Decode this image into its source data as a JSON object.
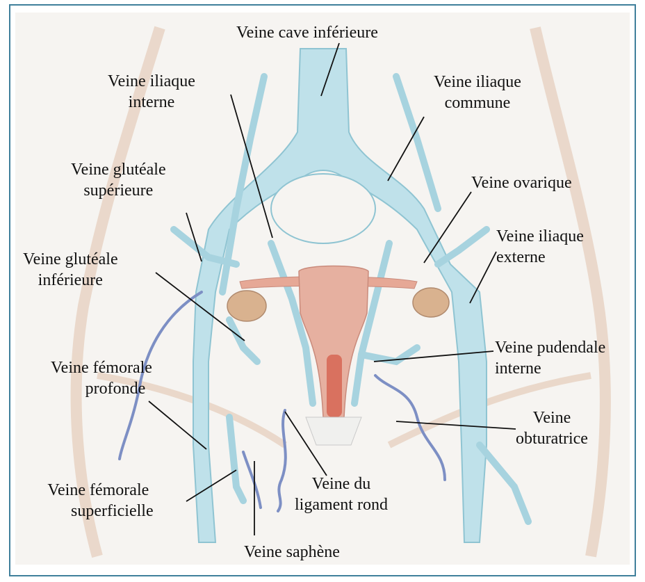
{
  "figure": {
    "labels": {
      "vena_cava_inferior": [
        "Veine cave inférieure"
      ],
      "iliac_internal": [
        "Veine iliaque",
        "interne"
      ],
      "iliac_common": [
        "Veine iliaque",
        "commune"
      ],
      "gluteal_superior": [
        "Veine glutéale",
        "supérieure"
      ],
      "ovarian": [
        "Veine ovarique"
      ],
      "iliac_external": [
        "Veine iliaque",
        "externe"
      ],
      "gluteal_inferior": [
        "Veine glutéale",
        "inférieure"
      ],
      "pudendal_internal": [
        "Veine pudendale",
        "interne"
      ],
      "femoral_deep": [
        "Veine fémorale",
        "profonde"
      ],
      "obturator": [
        "Veine",
        "obturatrice"
      ],
      "round_ligament": [
        "Veine du",
        "ligament rond"
      ],
      "femoral_superficial": [
        "Veine fémorale",
        "superficielle"
      ],
      "saphenous": [
        "Veine saphène"
      ]
    },
    "colors": {
      "frame_border": "#3f7f9b",
      "background": "#f5f3ef",
      "skin_shade": "#e6cfbd",
      "vein_fill": "#bfe1ea",
      "vein_edge": "#8fc4d2",
      "deep_vein": "#7d8fc4",
      "uterus": "#e6a896",
      "uterus_core": "#d9715f",
      "ovary": "#d9b28f",
      "leader_line": "#111111"
    }
  }
}
